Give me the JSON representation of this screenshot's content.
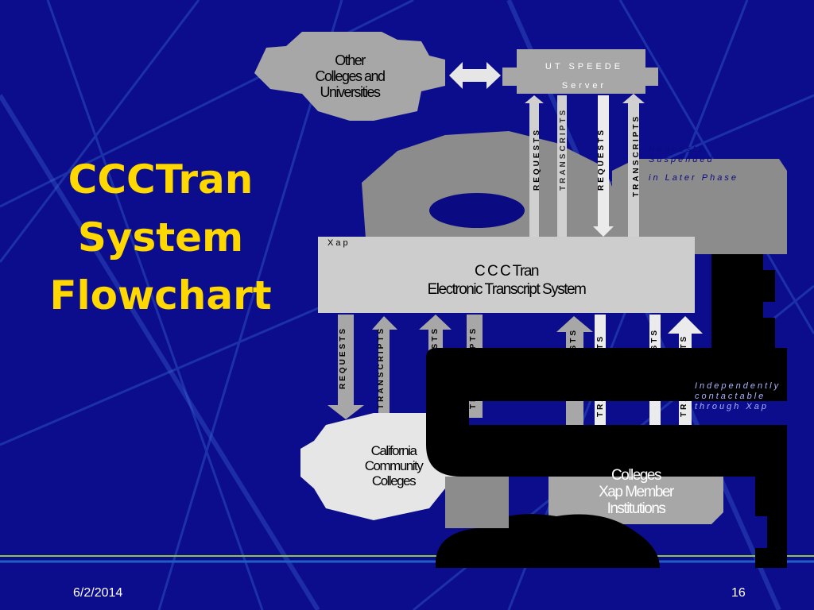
{
  "slide": {
    "title_lines": [
      "CCCTran",
      "System",
      "Flowchart"
    ],
    "date": "6/2/2014",
    "page": "16"
  },
  "nodes": {
    "other_colleges": [
      "Other",
      "Colleges and",
      "Universities"
    ],
    "server": [
      "UT SPEEDE",
      "Server"
    ],
    "central_tag": "Xap",
    "central": [
      "C C C Tran",
      "Electronic Transcript System"
    ],
    "california": [
      "California",
      "Community",
      "Colleges"
    ],
    "xap_member": [
      "Colleges",
      "Xap Member",
      "Institutions"
    ]
  },
  "arrow_labels": {
    "requests": "REQUESTS",
    "transcripts": "TRANSCRIPTS"
  },
  "notes": {
    "right_top": [
      "Requests",
      "Suspended",
      "in Later Phase"
    ],
    "right_bottom": [
      "Independently",
      "contactable",
      "through Xap"
    ]
  },
  "colors": {
    "background": "#0a0a82",
    "title": "#ffd800",
    "box_dark": "#a7a7a7",
    "box_light": "#dcdcdc",
    "overlay": "#000000",
    "footer_line": "#8ec63f"
  }
}
